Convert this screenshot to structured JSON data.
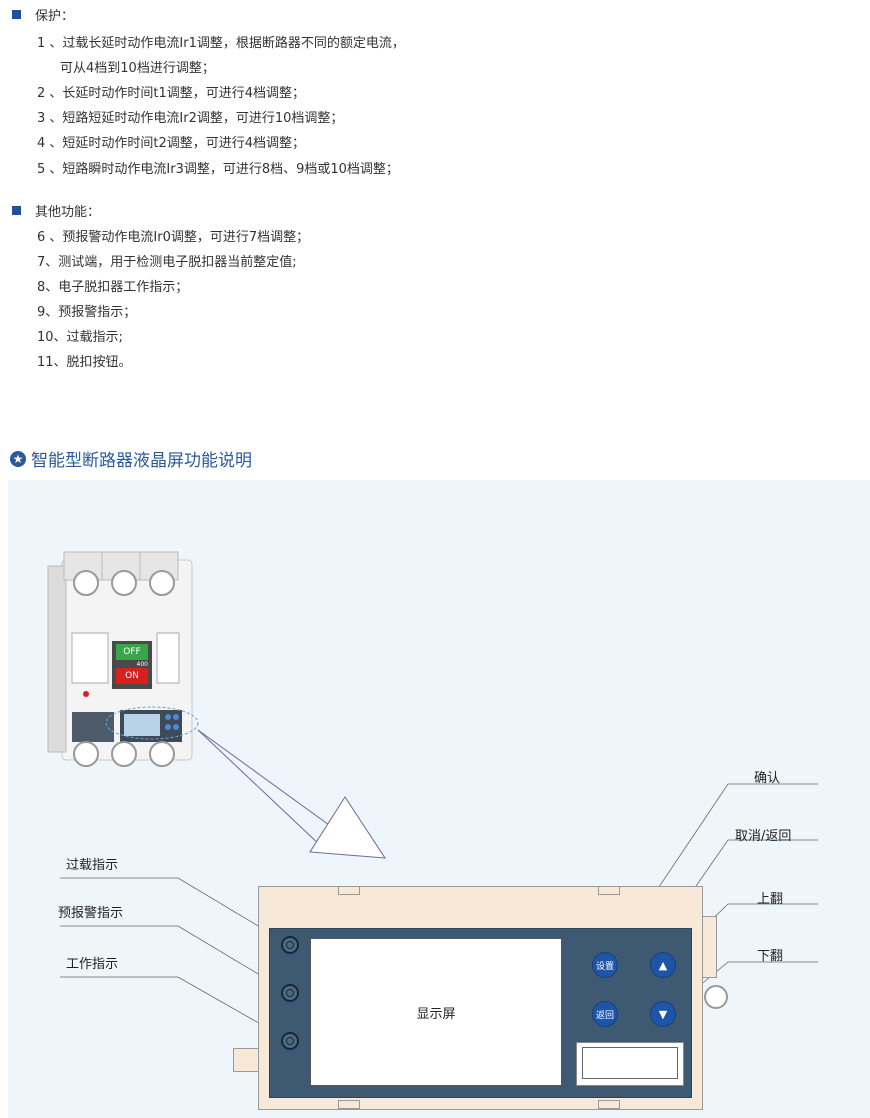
{
  "protection": {
    "heading": "保护：",
    "items": [
      "1 、过载长延时动作电流Ir1调整，根据断路器不同的额定电流，",
      "可从4档到10档进行调整；",
      "2 、长延时动作时间t1调整，可进行4档调整；",
      "3 、短路短延时动作电流Ir2调整，可进行10档调整；",
      "4 、短延时动作时间t2调整，可进行4档调整；",
      "5 、短路瞬时动作电流Ir3调整，可进行8档、9档或10档调整；"
    ]
  },
  "other": {
    "heading": "其他功能：",
    "items": [
      "6 、预报警动作电流Ir0调整，可进行7档调整；",
      "7、测试端，用于检测电子脱扣器当前整定值;",
      "8、电子脱扣器工作指示；",
      "9、预报警指示；",
      "10、过载指示;",
      "11、脱扣按钮。"
    ]
  },
  "diagram": {
    "title": "智能型断路器液晶屏功能说明",
    "title_icon": "star-circle-icon",
    "labels": {
      "overload": "过载指示",
      "prealarm": "预报警指示",
      "working": "工作指示",
      "confirm": "确认",
      "cancel": "取消/返回",
      "up": "上翻",
      "down": "下翻"
    },
    "screen_label": "显示屏",
    "buttons": {
      "set": "设置",
      "back": "返回",
      "up": "▲",
      "down": "▼"
    },
    "breaker": {
      "off_label": "OFF",
      "on_label": "ON",
      "rating": "400"
    },
    "colors": {
      "accent": "#1f4fa0",
      "panel_bg": "#eef5fb",
      "device_frame": "#f7e8d8",
      "device_inner": "#3d5a72",
      "button": "#1f55a8"
    }
  }
}
